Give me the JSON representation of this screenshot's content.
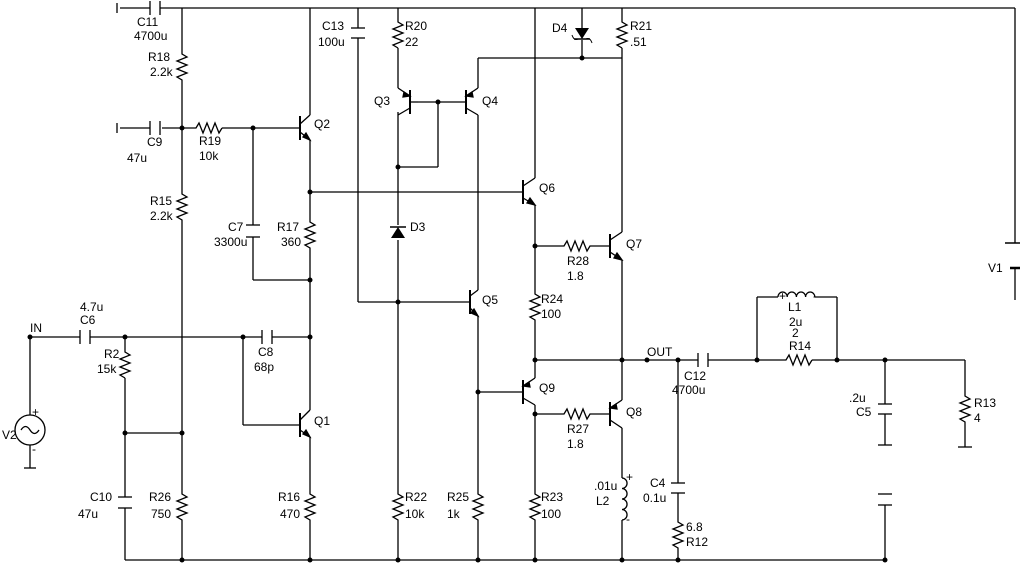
{
  "components": {
    "c11": {
      "ref": "C11",
      "value": "4700u"
    },
    "r18": {
      "ref": "R18",
      "value": "2.2k"
    },
    "c9": {
      "ref": "C9",
      "value": "47u"
    },
    "r19": {
      "ref": "R19",
      "value": "10k"
    },
    "q2": {
      "ref": "Q2"
    },
    "r15": {
      "ref": "R15",
      "value": "2.2k"
    },
    "c7": {
      "ref": "C7",
      "value": "3300u"
    },
    "r17": {
      "ref": "R17",
      "value": "360"
    },
    "c6": {
      "ref": "C6",
      "value": "4.7u"
    },
    "r2": {
      "ref": "R2",
      "value": "15k"
    },
    "c8": {
      "ref": "C8",
      "value": "68p"
    },
    "q1": {
      "ref": "Q1"
    },
    "v2": {
      "ref": "V2"
    },
    "c10": {
      "ref": "C10",
      "value": "47u"
    },
    "r26": {
      "ref": "R26",
      "value": "750"
    },
    "r16": {
      "ref": "R16",
      "value": "470"
    },
    "c13": {
      "ref": "C13",
      "value": "100u"
    },
    "r20": {
      "ref": "R20",
      "value": "22"
    },
    "q3": {
      "ref": "Q3"
    },
    "q4": {
      "ref": "Q4"
    },
    "d3": {
      "ref": "D3"
    },
    "q5": {
      "ref": "Q5"
    },
    "r22": {
      "ref": "R22",
      "value": "10k"
    },
    "r25": {
      "ref": "R25",
      "value": "1k"
    },
    "d4": {
      "ref": "D4"
    },
    "r21": {
      "ref": "R21",
      "value": ".51"
    },
    "q6": {
      "ref": "Q6"
    },
    "q7": {
      "ref": "Q7"
    },
    "r28": {
      "ref": "R28",
      "value": "1.8"
    },
    "r24": {
      "ref": "R24",
      "value": "100"
    },
    "q9": {
      "ref": "Q9"
    },
    "q8": {
      "ref": "Q8"
    },
    "r27": {
      "ref": "R27",
      "value": "1.8"
    },
    "r23": {
      "ref": "R23",
      "value": "100"
    },
    "l2": {
      "ref": "L2",
      "value": ".01u"
    },
    "c4": {
      "ref": "C4",
      "value": "0.1u"
    },
    "r12": {
      "ref": "R12",
      "value": "6.8"
    },
    "c12": {
      "ref": "C12",
      "value": "4700u"
    },
    "l1": {
      "ref": "L1",
      "value": "2u",
      "value2": "2"
    },
    "r14": {
      "ref": "R14"
    },
    "c5": {
      "ref": "C5",
      "value": ".2u"
    },
    "r13": {
      "ref": "R13",
      "value": "4"
    },
    "v1": {
      "ref": "V1"
    }
  },
  "nodes": {
    "input": "IN",
    "output": "OUT"
  },
  "polarity": {
    "plus": "+",
    "minus": "-"
  }
}
